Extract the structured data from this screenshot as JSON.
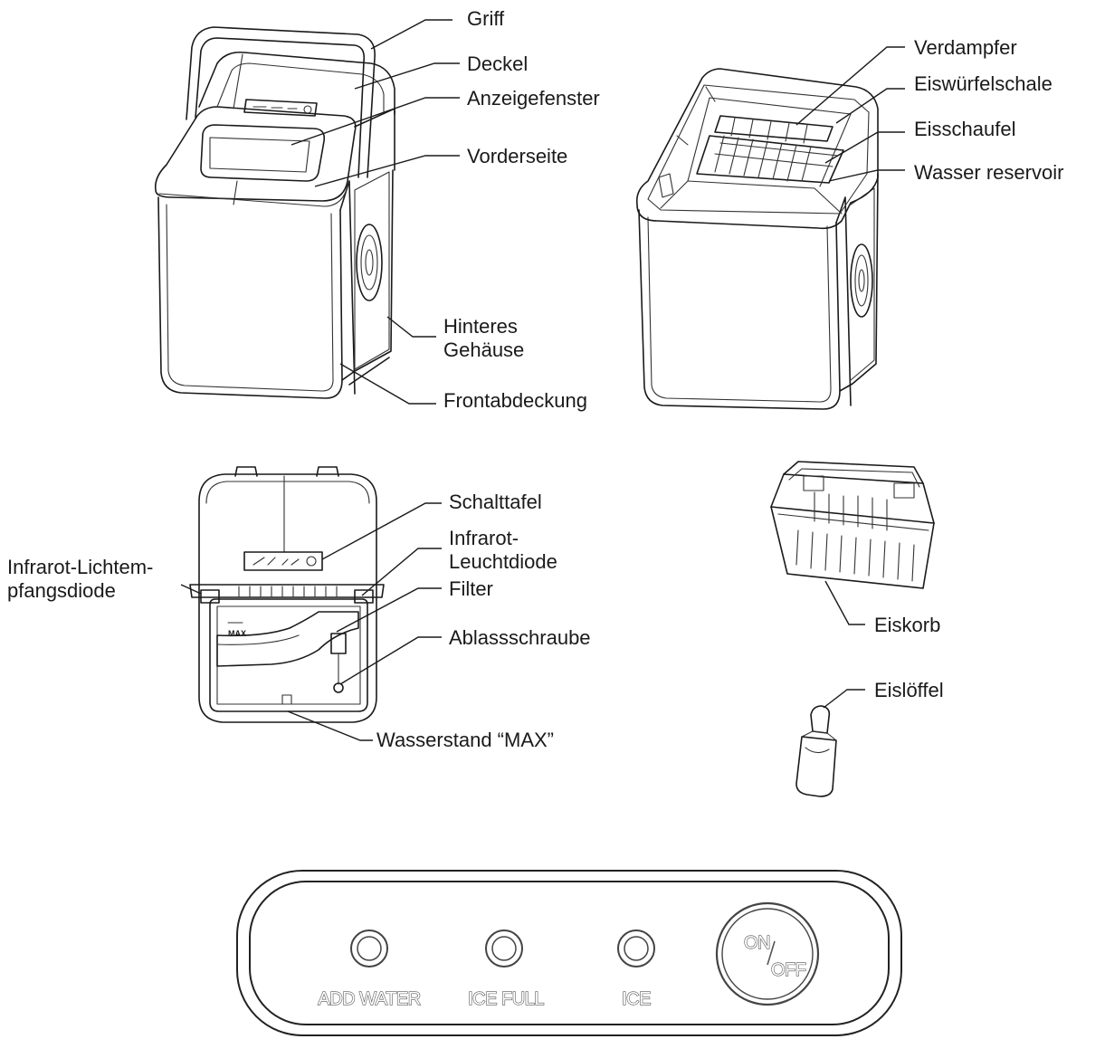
{
  "labels": {
    "griff": "Griff",
    "deckel": "Deckel",
    "anzeigefenster": "Anzeigefenster",
    "vorderseite": "Vorderseite",
    "hinteres_1": "Hinteres",
    "hinteres_2": "Gehäuse",
    "frontabdeckung": "Frontabdeckung",
    "verdampfer": "Verdampfer",
    "eiswuerfelschale": "Eiswürfelschale",
    "eisschaufel": "Eisschaufel",
    "wasser_reservoir": "Wasser reservoir",
    "schalttafel": "Schalttafel",
    "infrarot_led_1": "Infrarot-",
    "infrarot_led_2": "Leuchtdiode",
    "filter": "Filter",
    "ablassschraube": "Ablassschraube",
    "wasserstand": "Wasserstand “MAX”",
    "infrarot_empf_1": "Infrarot-Lichtem-",
    "infrarot_empf_2": "pfangsdiode",
    "eiskorb": "Eiskorb",
    "eisloeffel": "Eislöffel",
    "max_mark": "MAX"
  },
  "control_panel": {
    "indicators": [
      "ADD WATER",
      "ICE FULL",
      "ICE"
    ],
    "button_on": "ON",
    "button_off": "OFF"
  }
}
